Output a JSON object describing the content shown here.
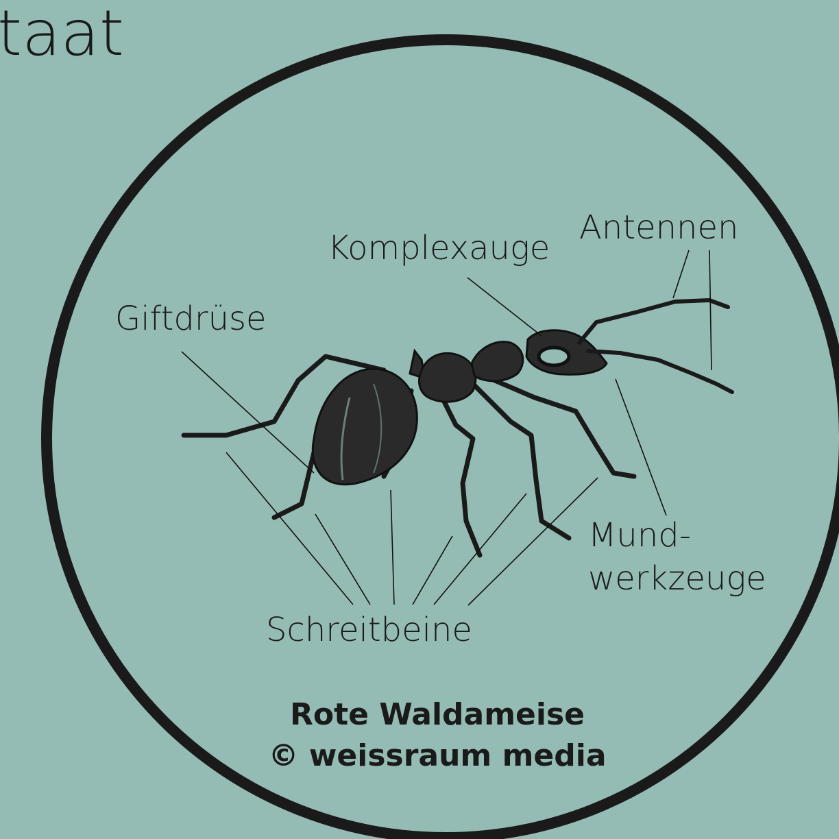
{
  "header": {
    "fragment": "taat"
  },
  "labels": {
    "antennae": "Antennen",
    "compound_eye": "Komplexauge",
    "poison_gland": "Giftdrüse",
    "mouthparts_line1": "Mund-",
    "mouthparts_line2": "werkzeuge",
    "walking_legs": "Schreitbeine"
  },
  "caption": {
    "species": "Rote Waldameise",
    "credit": "© weissraum media"
  },
  "colors": {
    "background": "#95bcb4",
    "ink": "#1a1a1a"
  }
}
